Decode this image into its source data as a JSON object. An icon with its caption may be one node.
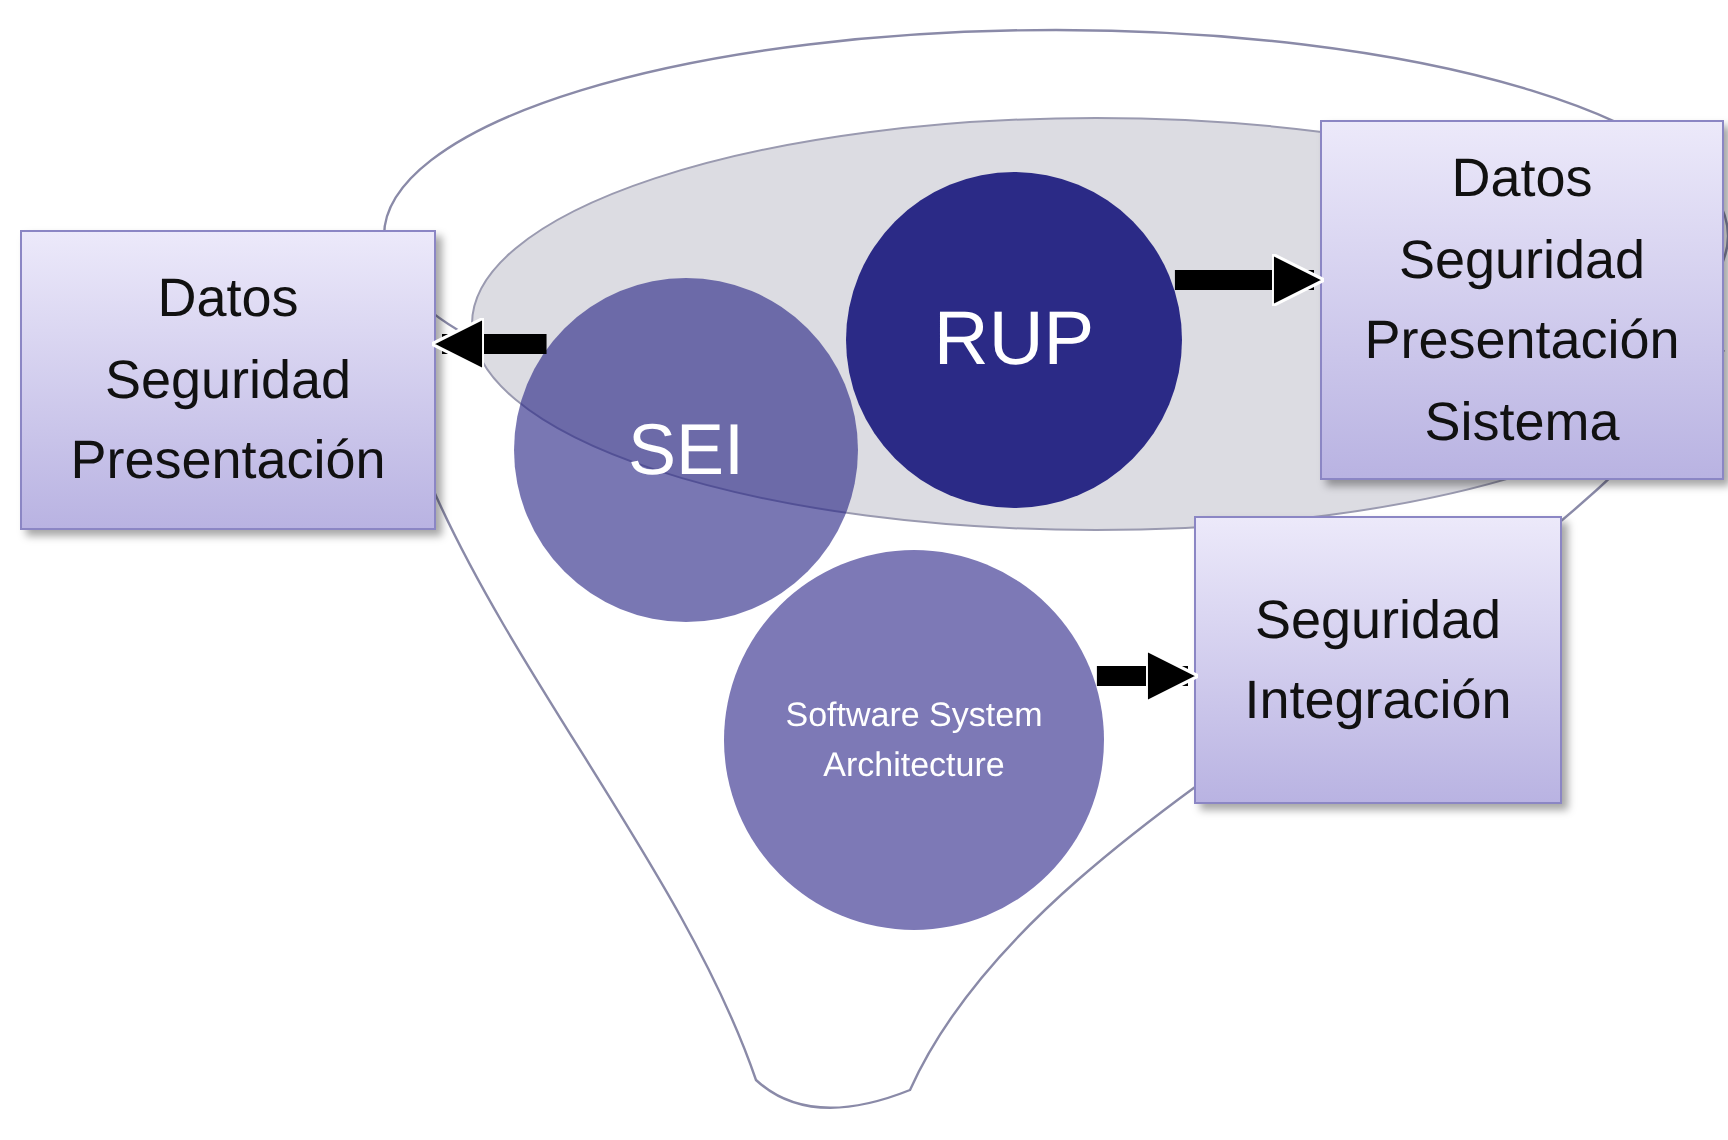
{
  "diagram": {
    "nodes": [
      {
        "text": [
          "Datos Seguridad Presentación"
        ]
      },
      {
        "text": [
          "SEI"
        ]
      },
      {
        "text": [
          "RUP"
        ]
      },
      {
        "text": [
          "Datos Seguridad Presentación Sistema"
        ]
      },
      {
        "text": [
          "Software System Architecture"
        ]
      },
      {
        "text": [
          "Seguridad Integración"
        ]
      }
    ],
    "edges": [
      {
        "from": 1,
        "to": 0,
        "arrow": "to"
      },
      {
        "from": 2,
        "to": 3,
        "arrow": "to"
      },
      {
        "from": 4,
        "to": 5,
        "arrow": "to"
      }
    ]
  }
}
